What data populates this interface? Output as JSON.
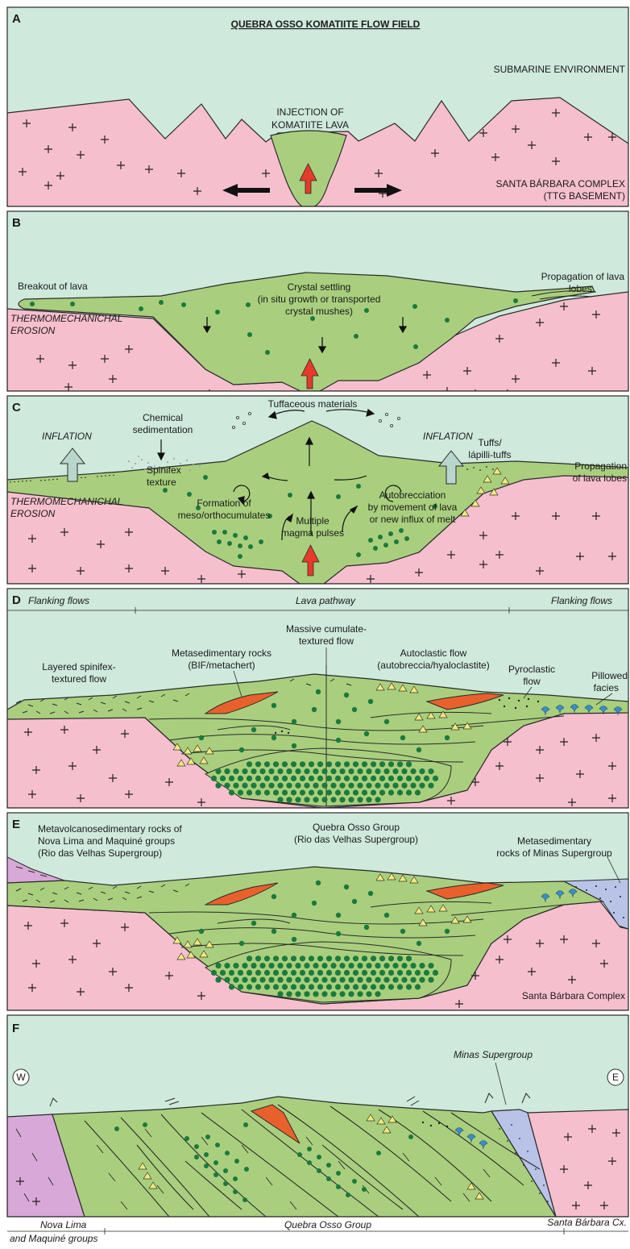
{
  "panels": {
    "A": {
      "letter": "A",
      "title": "QUEBRA OSSO KOMATIITE FLOW FIELD",
      "labels": {
        "environment": "SUBMARINE ENVIRONMENT",
        "injection_1": "INJECTION OF",
        "injection_2": "KOMATIITE LAVA",
        "complex_1": "SANTA BÁRBARA COMPLEX",
        "complex_2": "(TTG BASEMENT)"
      }
    },
    "B": {
      "letter": "B",
      "labels": {
        "breakout": "Breakout of lava",
        "propagation_1": "Propagation of lava",
        "propagation_2": "lobes",
        "thermo_1": "THERMOMECHANICHAL",
        "thermo_2": "EROSION",
        "crystal_1": "Crystal settling",
        "crystal_2": "(in situ growth or transported",
        "crystal_3": "crystal mushes)"
      }
    },
    "C": {
      "letter": "C",
      "labels": {
        "inflation_left": "INFLATION",
        "inflation_right": "INFLATION",
        "chem_1": "Chemical",
        "chem_2": "sedimentation",
        "tuff_materials": "Tuffaceous materials",
        "tuffs_1": "Tuffs/",
        "tuffs_2": "lápilli-tuffs",
        "prop_1": "Propagation",
        "prop_2": "of lava lobes",
        "spinifex_1": "Spinifex",
        "spinifex_2": "texture",
        "thermo_1": "THERMOMECHANICHAL",
        "thermo_2": "EROSION",
        "formation_1": "Formation of",
        "formation_2": "meso/orthocumulates",
        "multiple_1": "Multiple",
        "multiple_2": "magma pulses",
        "auto_1": "Autobrecciation",
        "auto_2": "by movement of lava",
        "auto_3": "or new influx of melt"
      }
    },
    "D": {
      "letter": "D",
      "labels": {
        "flanking_left": "Flanking flows",
        "lava_pathway": "Lava pathway",
        "flanking_right": "Flanking flows",
        "massive_1": "Massive cumulate-",
        "massive_2": "textured flow",
        "layered_1": "Layered spinifex-",
        "layered_2": "textured flow",
        "metased_1": "Metasedimentary rocks",
        "metased_2": "(BIF/metachert)",
        "autoclastic_1": "Autoclastic flow",
        "autoclastic_2": "(autobreccia/hyaloclastite)",
        "pyro_1": "Pyroclastic",
        "pyro_2": "flow",
        "pillow_1": "Pillowed",
        "pillow_2": "facies"
      }
    },
    "E": {
      "letter": "E",
      "labels": {
        "metavolc_1": "Metavolcanosedimentary rocks of",
        "metavolc_2": "Nova Lima and Maquiné groups",
        "metavolc_3": "(Rio das Velhas Supergroup)",
        "qog_1": "Quebra Osso Group",
        "qog_2": "(Rio das Velhas Supergroup)",
        "minas_1": "Metasedimentary",
        "minas_2": "rocks of Minas Supergroup",
        "santa": "Santa Bárbara Complex"
      }
    },
    "F": {
      "letter": "F",
      "labels": {
        "west": "W",
        "east": "E",
        "minas": "Minas Supergroup",
        "nova_1": "Nova Lima",
        "nova_2": "and Maquiné  groups",
        "qog": "Quebra Osso Group",
        "santa": "Santa Bárbara Cx."
      }
    }
  },
  "colors": {
    "sea": "#cfe9dd",
    "basement": "#f6bfce",
    "komatiite": "#a9cf7e",
    "cumulate_dot": "#1b7a3c",
    "bif": "#e8612c",
    "metavolc": "#d8a8d8",
    "minas": "#b9c3e8",
    "magma_arrow": "#e63a2a",
    "inflation_arrow": "#b8d6cc",
    "pillow": "#3a8fc4",
    "breccia": "#f2ea7a",
    "outline": "#2a2a2a"
  }
}
